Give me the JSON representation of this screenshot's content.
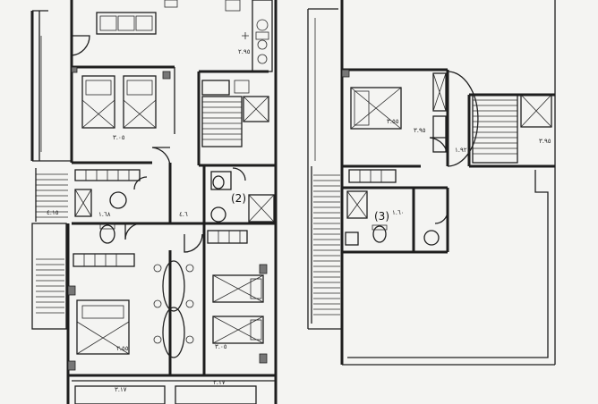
{
  "unit_labels": {
    "unit2": "(2)",
    "unit3": "(3)"
  },
  "dimensions": [
    {
      "id": "kitchen-width",
      "text": "٢.٩٥"
    },
    {
      "id": "bed1-width",
      "text": "٣.٠٥"
    },
    {
      "id": "bath-small",
      "text": "١.٦٨"
    },
    {
      "id": "corridor-left",
      "text": "٤.١٥"
    },
    {
      "id": "corridor-right",
      "text": "٤.٦"
    },
    {
      "id": "bed2-width",
      "text": "٣.٠٥"
    },
    {
      "id": "bed3-width",
      "text": "٣.٥٥"
    },
    {
      "id": "bottom-left",
      "text": "٣.١٧"
    },
    {
      "id": "bottom-right",
      "text": "٣.١٧"
    },
    {
      "id": "upper-bed-width",
      "text": "٣.٥٥"
    },
    {
      "id": "upper-bed-depth",
      "text": "٣.٩٥"
    },
    {
      "id": "upper-bath",
      "text": "١.٦٠"
    },
    {
      "id": "stair-vertical",
      "text": "١.٩٢"
    },
    {
      "id": "upper-right",
      "text": "٣.٩٥"
    }
  ]
}
